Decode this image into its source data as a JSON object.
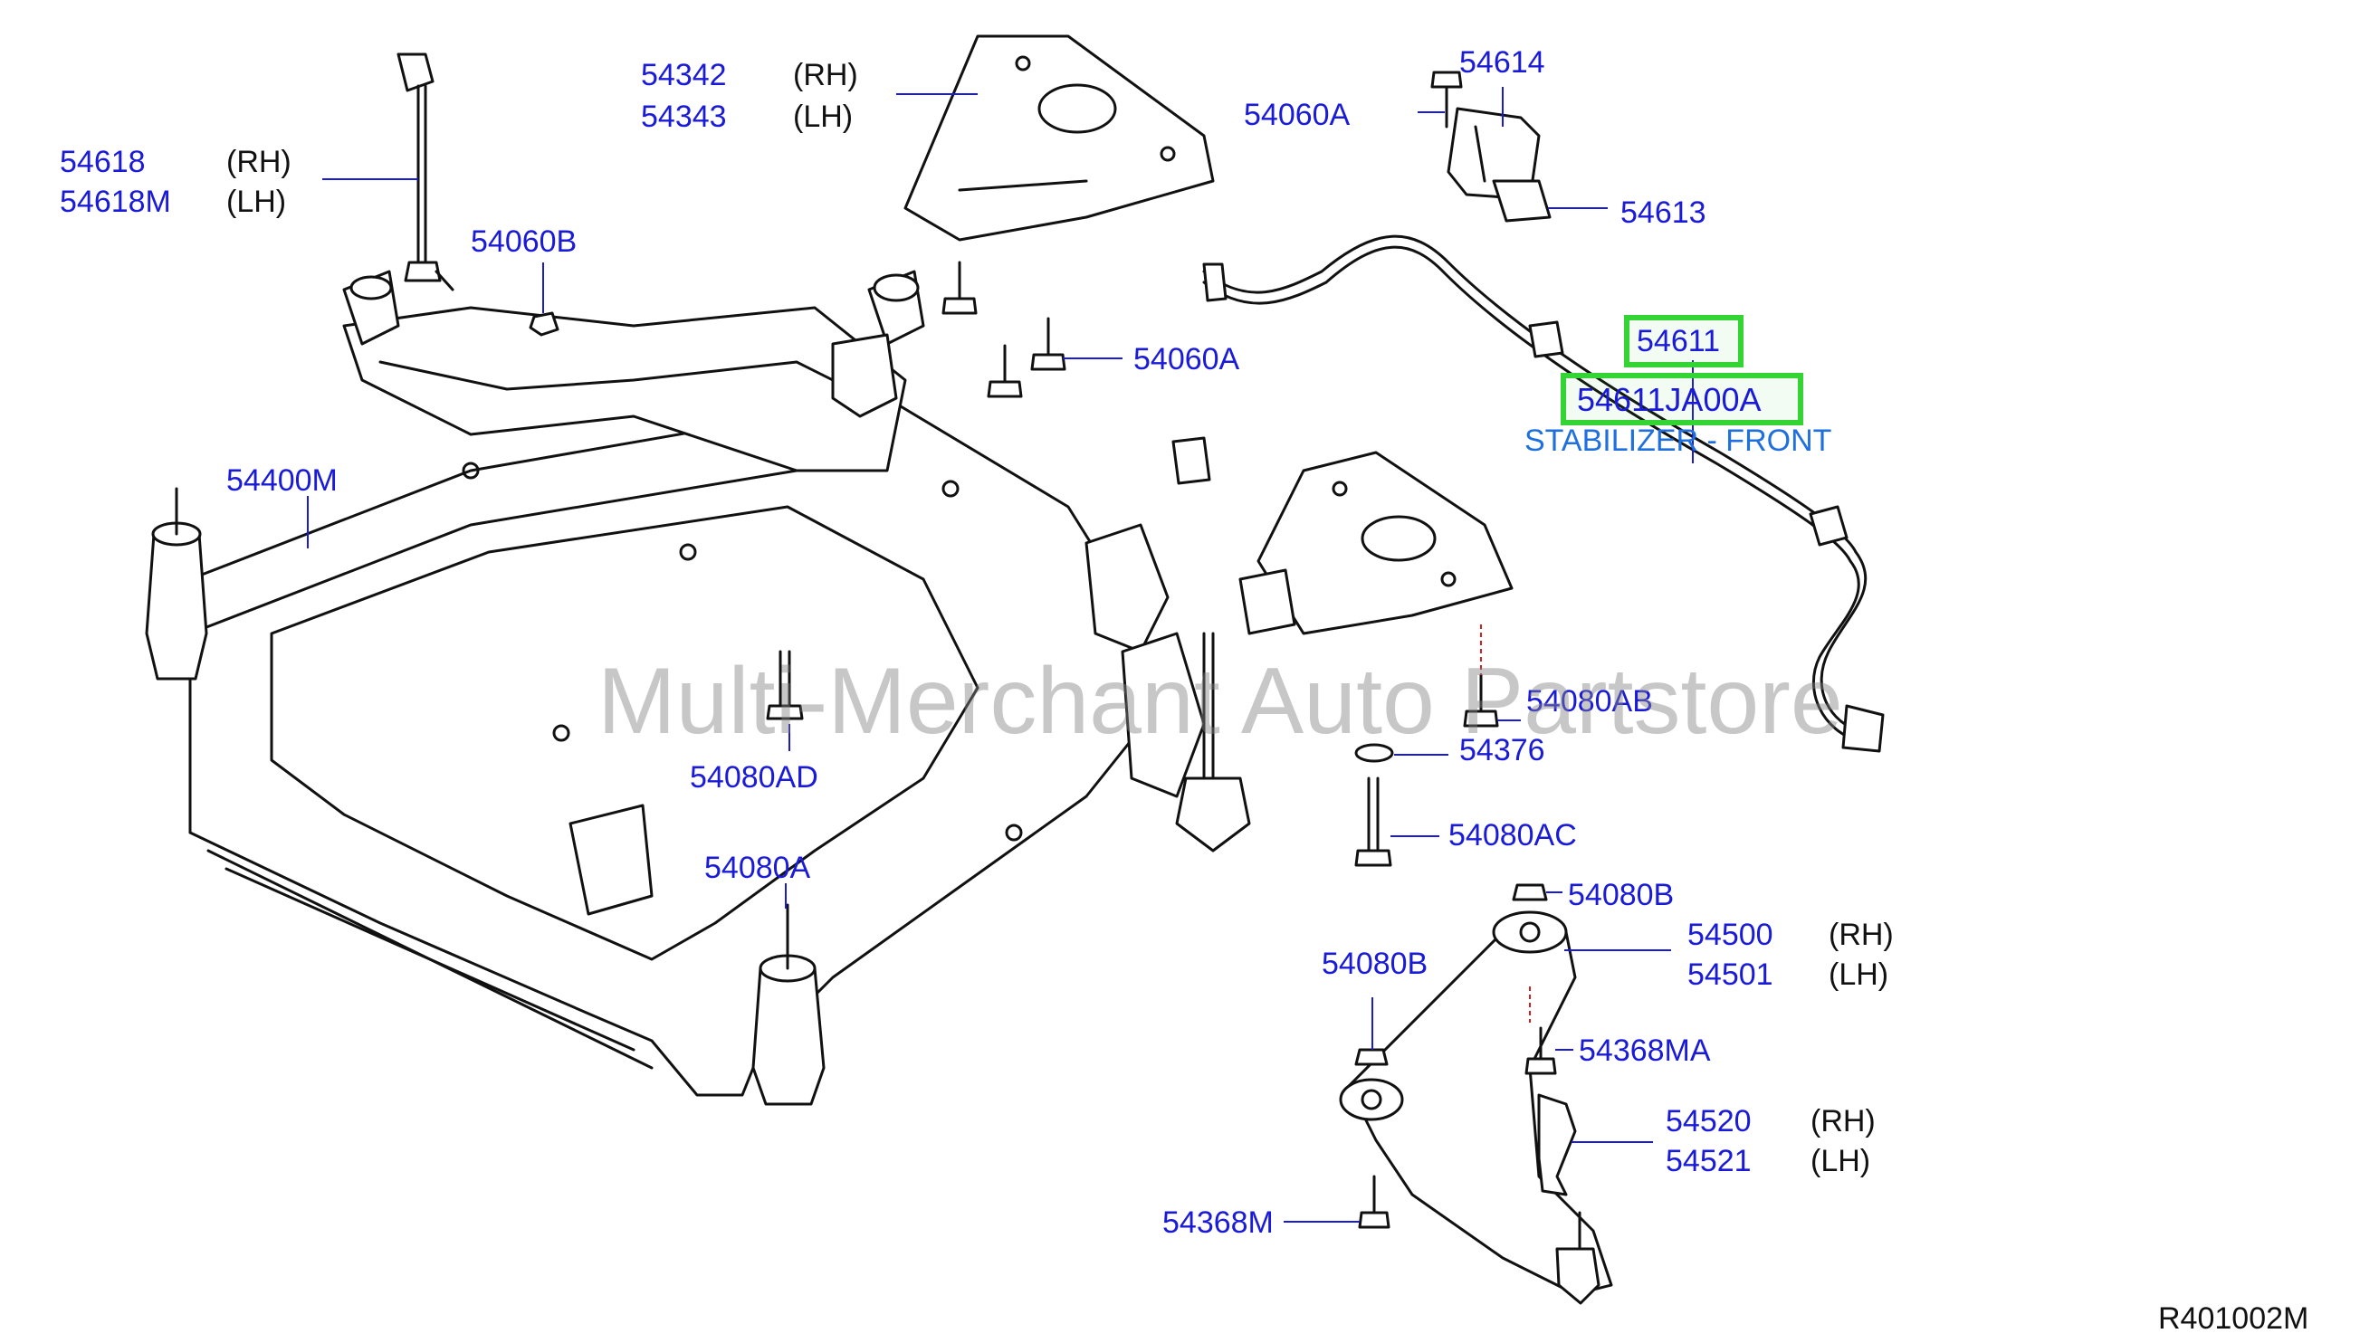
{
  "diagram": {
    "callouts": [
      {
        "id": "c1",
        "part": "54618",
        "side": "(RH)"
      },
      {
        "id": "c2",
        "part": "54618M",
        "side": "(LH)"
      },
      {
        "id": "c3",
        "part": "54342",
        "side": "(RH)"
      },
      {
        "id": "c4",
        "part": "54343",
        "side": "(LH)"
      },
      {
        "id": "c5",
        "part": "54060A",
        "side": ""
      },
      {
        "id": "c6",
        "part": "54614",
        "side": ""
      },
      {
        "id": "c7",
        "part": "54613",
        "side": ""
      },
      {
        "id": "c8",
        "part": "54060B",
        "side": ""
      },
      {
        "id": "c9",
        "part": "54060A",
        "side": ""
      },
      {
        "id": "c10",
        "part": "54400M",
        "side": ""
      },
      {
        "id": "c11",
        "part": "54080AB",
        "side": ""
      },
      {
        "id": "c12",
        "part": "54376",
        "side": ""
      },
      {
        "id": "c13",
        "part": "54080AD",
        "side": ""
      },
      {
        "id": "c14",
        "part": "54080AC",
        "side": ""
      },
      {
        "id": "c15",
        "part": "54080A",
        "side": ""
      },
      {
        "id": "c16",
        "part": "54080B",
        "side": ""
      },
      {
        "id": "c17",
        "part": "54500",
        "side": "(RH)"
      },
      {
        "id": "c18",
        "part": "54501",
        "side": "(LH)"
      },
      {
        "id": "c19",
        "part": "54080B",
        "side": ""
      },
      {
        "id": "c20",
        "part": "54368MA",
        "side": ""
      },
      {
        "id": "c21",
        "part": "54520",
        "side": "(RH)"
      },
      {
        "id": "c22",
        "part": "54521",
        "side": "(LH)"
      },
      {
        "id": "c23",
        "part": "54368M",
        "side": ""
      }
    ],
    "highlighted": [
      {
        "id": "h1",
        "part": "54611"
      },
      {
        "id": "h2",
        "part": "54611JA00A"
      }
    ],
    "caption": "STABILIZER - FRONT",
    "watermark": "Multi-Merchant Auto Partstore",
    "reference": "R401002M",
    "colors": {
      "label": "#1a1ad9",
      "highlight": "#35d435",
      "caption": "#1e6fe0",
      "line": "#111111"
    }
  }
}
